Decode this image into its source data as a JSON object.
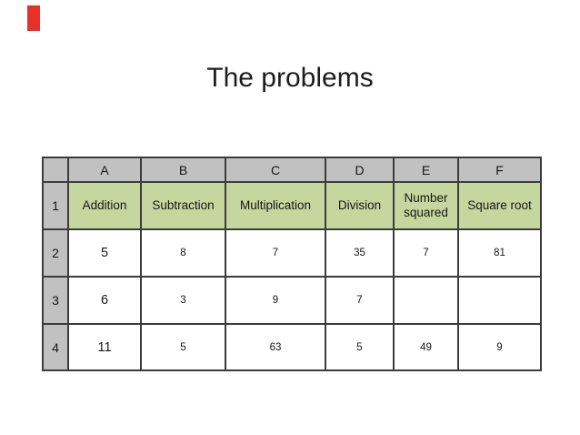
{
  "slide": {
    "title": "The problems",
    "background": "#ffffff",
    "title_color": "#1d1d1d"
  },
  "decoration": {
    "red_marker_color": "#e53229"
  },
  "spreadsheet": {
    "header_bg": "#c1c1c1",
    "label_row_bg": "#c5d79e",
    "border_color": "#3c3c3c",
    "column_headers": [
      "",
      "A",
      "B",
      "C",
      "D",
      "E",
      "F"
    ],
    "rows": [
      {
        "num": "1",
        "cells": [
          "Addition",
          "Subtraction",
          "Multiplication",
          "Division",
          "Number squared",
          "Square root"
        ]
      },
      {
        "num": "2",
        "cells": [
          "5",
          "8",
          "7",
          "35",
          "7",
          "81"
        ]
      },
      {
        "num": "3",
        "cells": [
          "6",
          "3",
          "9",
          "7",
          "",
          ""
        ]
      },
      {
        "num": "4",
        "cells": [
          "11",
          "5",
          "63",
          "5",
          "49",
          "9"
        ]
      }
    ]
  }
}
